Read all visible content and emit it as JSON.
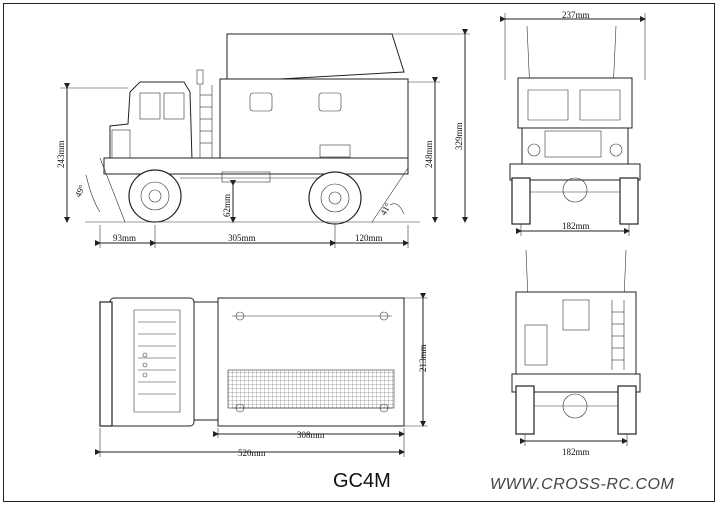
{
  "model": "GC4M",
  "website": "WWW.CROSS-RC.COM",
  "side_view": {
    "front_overhang": "93mm",
    "wheelbase": "305mm",
    "rear_overhang": "120mm",
    "height_cab": "243mm",
    "height_box": "248mm",
    "height_total": "329mm",
    "approach_angle": "49°",
    "departure_angle": "41°",
    "ground_clearance": "62mm"
  },
  "front_view": {
    "width_total": "237mm",
    "track": "182mm"
  },
  "top_view": {
    "length": "520mm",
    "box_length": "308mm",
    "width": "213mm"
  },
  "rear_view": {
    "track": "182mm"
  }
}
